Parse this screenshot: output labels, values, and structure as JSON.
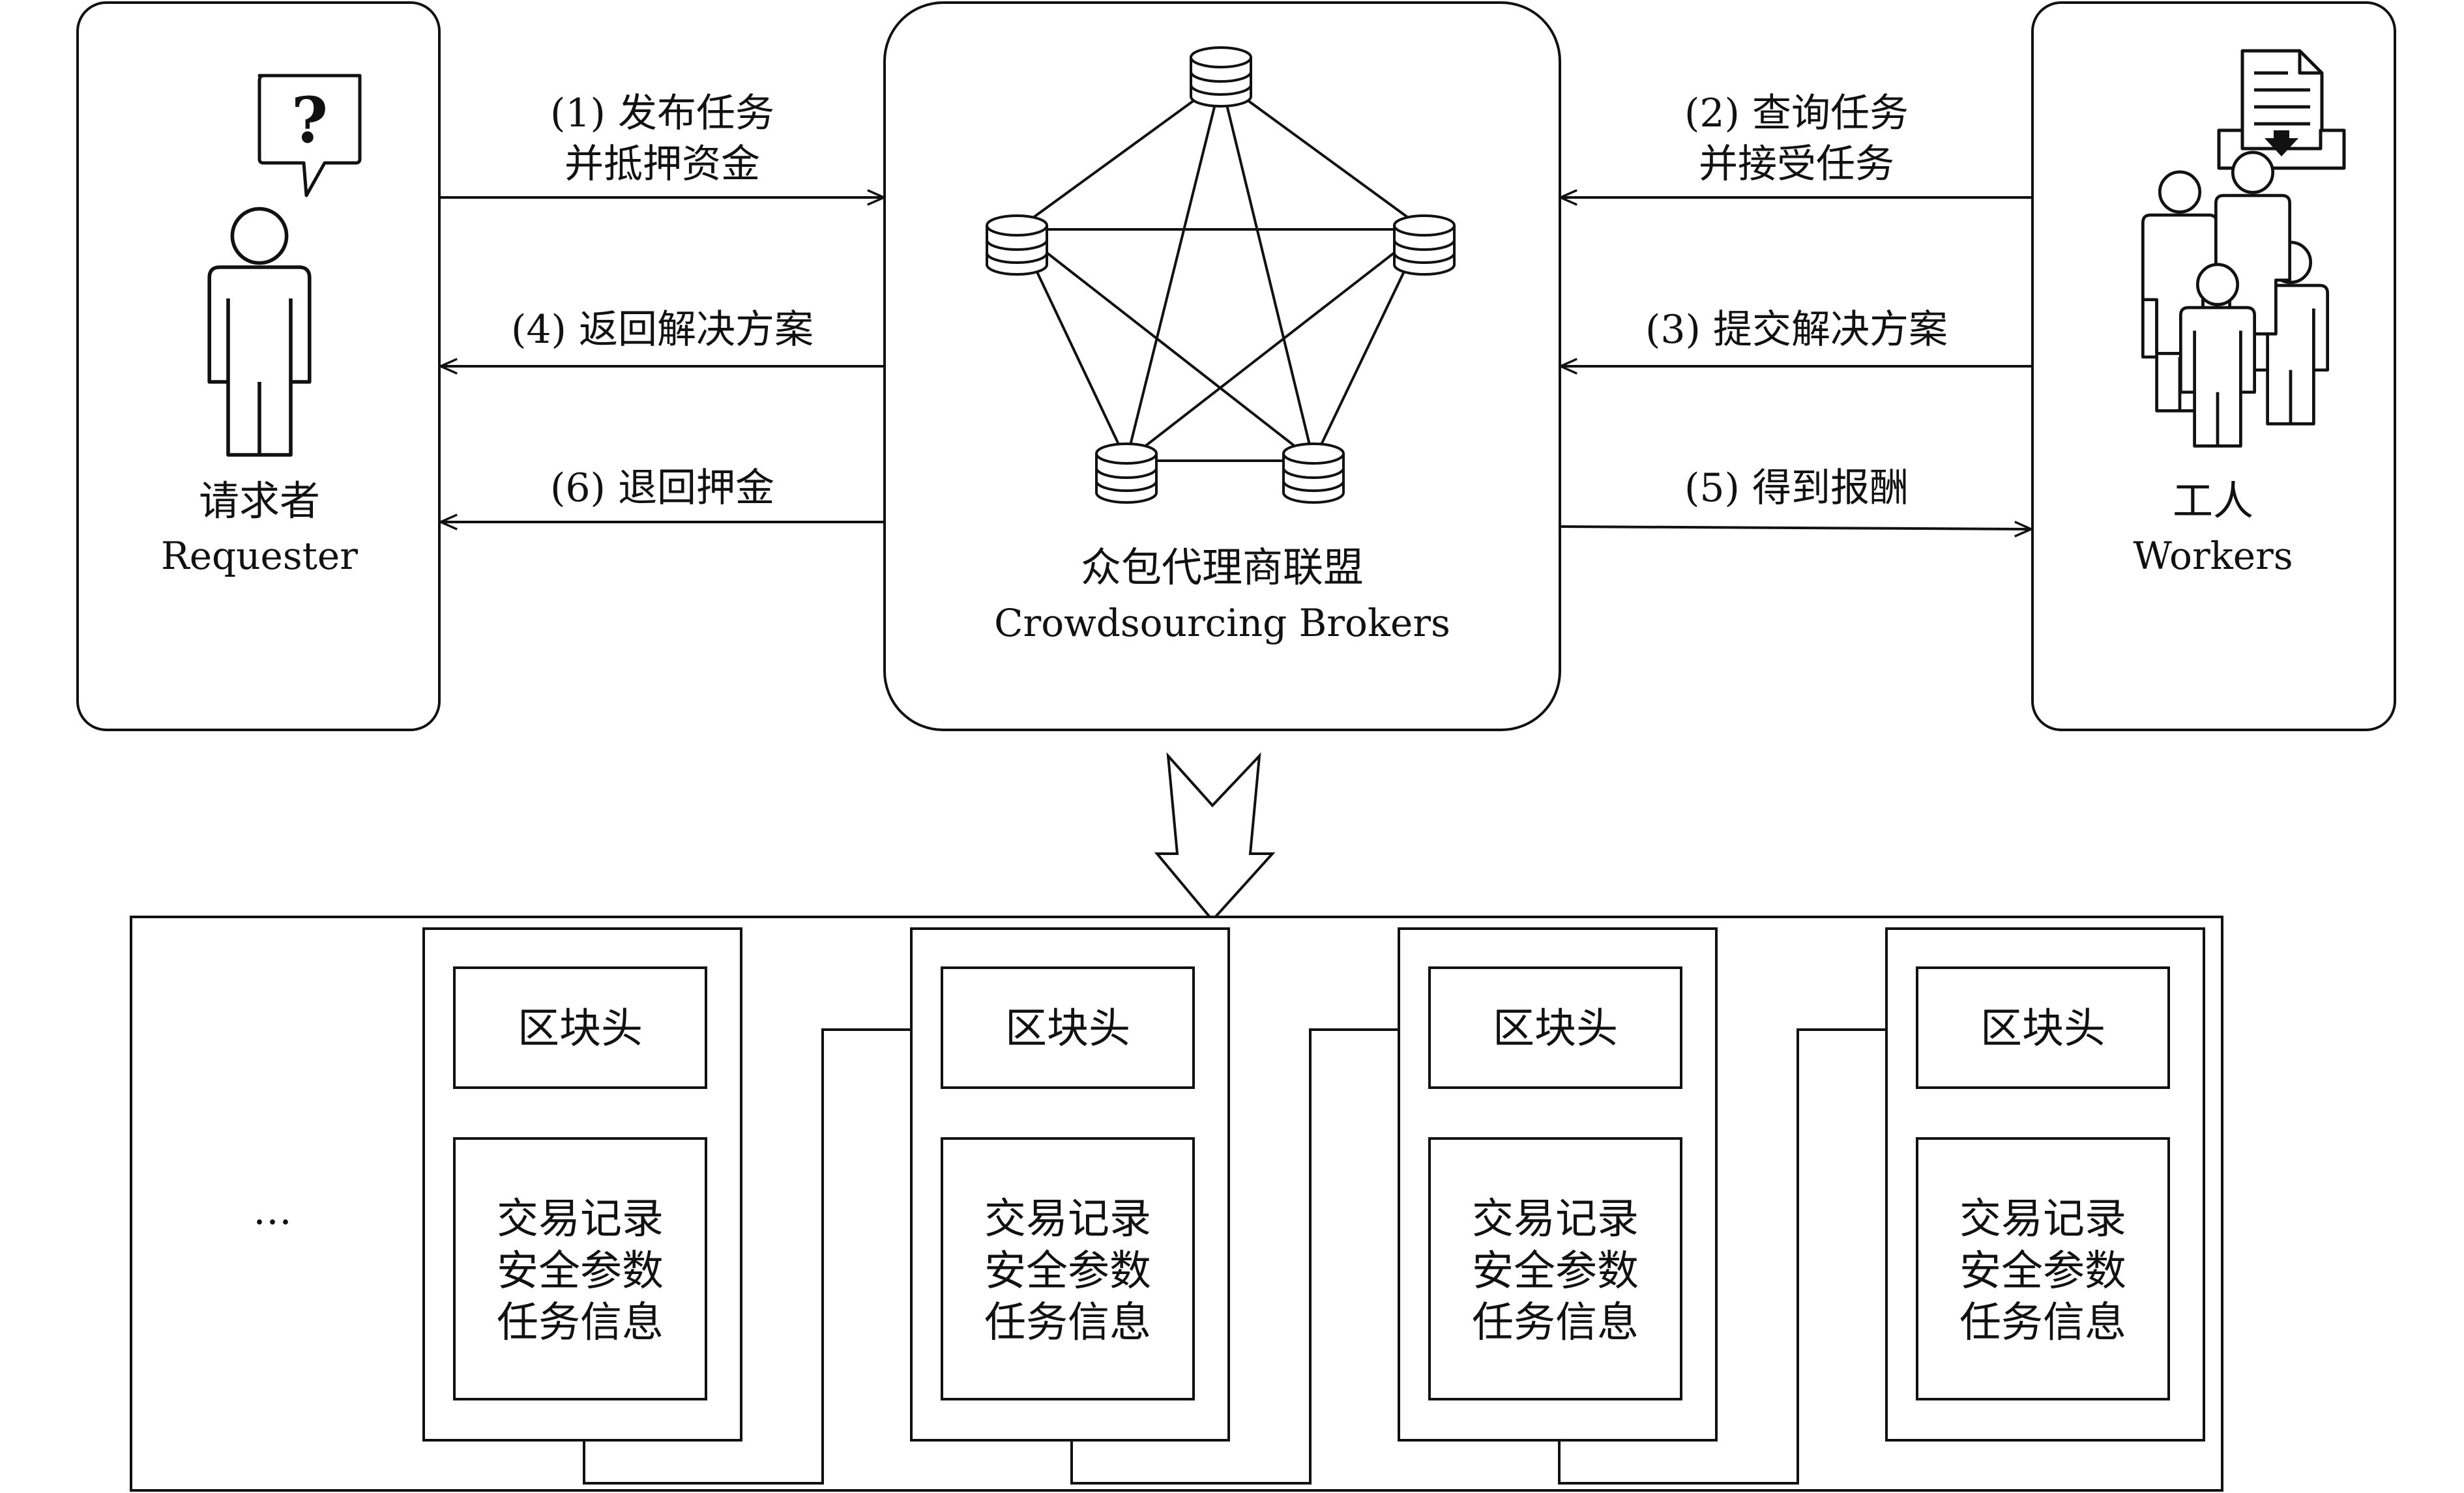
{
  "requester": {
    "name_cn": "请求者",
    "name_en": "Requester",
    "icon_glyph": "?"
  },
  "broker": {
    "name_cn": "众包代理商联盟",
    "name_en": "Crowdsourcing Brokers"
  },
  "workers": {
    "name_cn": "工人",
    "name_en": "Workers"
  },
  "flows": {
    "f1_line1": "(1) 发布任务",
    "f1_line2": "并抵押资金",
    "f2_line1": "(2) 查询任务",
    "f2_line2": "并接受任务",
    "f3": "(3) 提交解决方案",
    "f4": "(4) 返回解决方案",
    "f5": "(5) 得到报酬",
    "f6": "(6) 退回押金"
  },
  "chain": {
    "ellipsis": "…",
    "blocks": [
      {
        "header": "区块头",
        "body": [
          "交易记录",
          "安全参数",
          "任务信息"
        ]
      },
      {
        "header": "区块头",
        "body": [
          "交易记录",
          "安全参数",
          "任务信息"
        ]
      },
      {
        "header": "区块头",
        "body": [
          "交易记录",
          "安全参数",
          "任务信息"
        ]
      },
      {
        "header": "区块头",
        "body": [
          "交易记录",
          "安全参数",
          "任务信息"
        ]
      }
    ]
  },
  "colors": {
    "stroke": "#111111",
    "background": "#ffffff"
  },
  "icons": [
    "question-bubble-icon",
    "person-icon",
    "database-icon",
    "document-tray-icon",
    "worker-group-icon"
  ]
}
